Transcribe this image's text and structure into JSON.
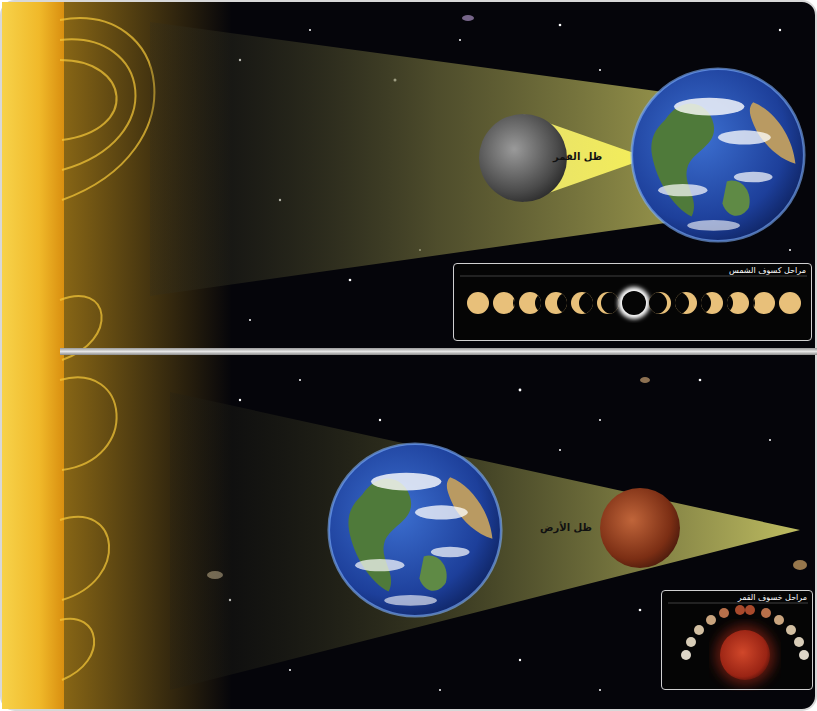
{
  "diagram": {
    "nodes": [
      {
        "text": [
          "مراحل كسوف الشمس"
        ]
      },
      {
        "text": [
          "مراحل خسوف القمر"
        ]
      }
    ],
    "labels": [
      "ظل القمر",
      "ظل الأرض"
    ]
  }
}
